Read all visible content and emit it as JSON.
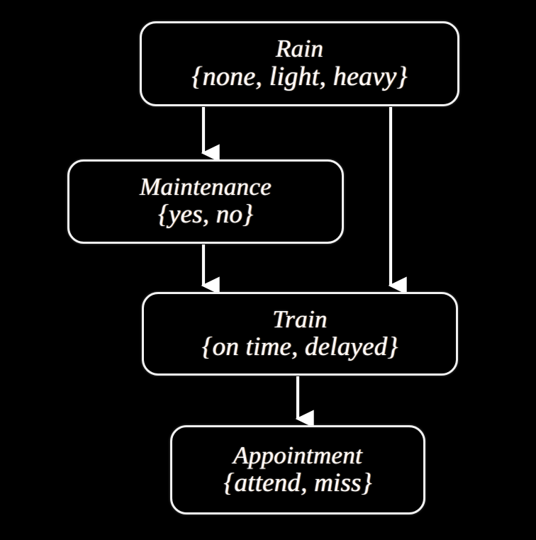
{
  "diagram": {
    "type": "bayesian-network-dag",
    "title": "",
    "background_color": "#000000",
    "node_border_color": "#f2f2f2",
    "node_fill_color": "#000000",
    "text_color": "#ffffff",
    "edge_color": "#ffffff",
    "nodes": [
      {
        "id": "rain",
        "name": "Rain",
        "states_label": "{none, light, heavy}",
        "states": [
          "none",
          "light",
          "heavy"
        ]
      },
      {
        "id": "maintenance",
        "name": "Maintenance",
        "states_label": "{yes, no}",
        "states": [
          "yes",
          "no"
        ]
      },
      {
        "id": "train",
        "name": "Train",
        "states_label": "{on time, delayed}",
        "states": [
          "on time",
          "delayed"
        ]
      },
      {
        "id": "appointment",
        "name": "Appointment",
        "states_label": "{attend, miss}",
        "states": [
          "attend",
          "miss"
        ]
      }
    ],
    "edges": [
      {
        "id": "rain-to-maintenance",
        "from": "Rain",
        "to": "Maintenance"
      },
      {
        "id": "rain-to-train",
        "from": "Rain",
        "to": "Train"
      },
      {
        "id": "maintenance-to-train",
        "from": "Maintenance",
        "to": "Train"
      },
      {
        "id": "train-to-appointment",
        "from": "Train",
        "to": "Appointment"
      }
    ]
  }
}
